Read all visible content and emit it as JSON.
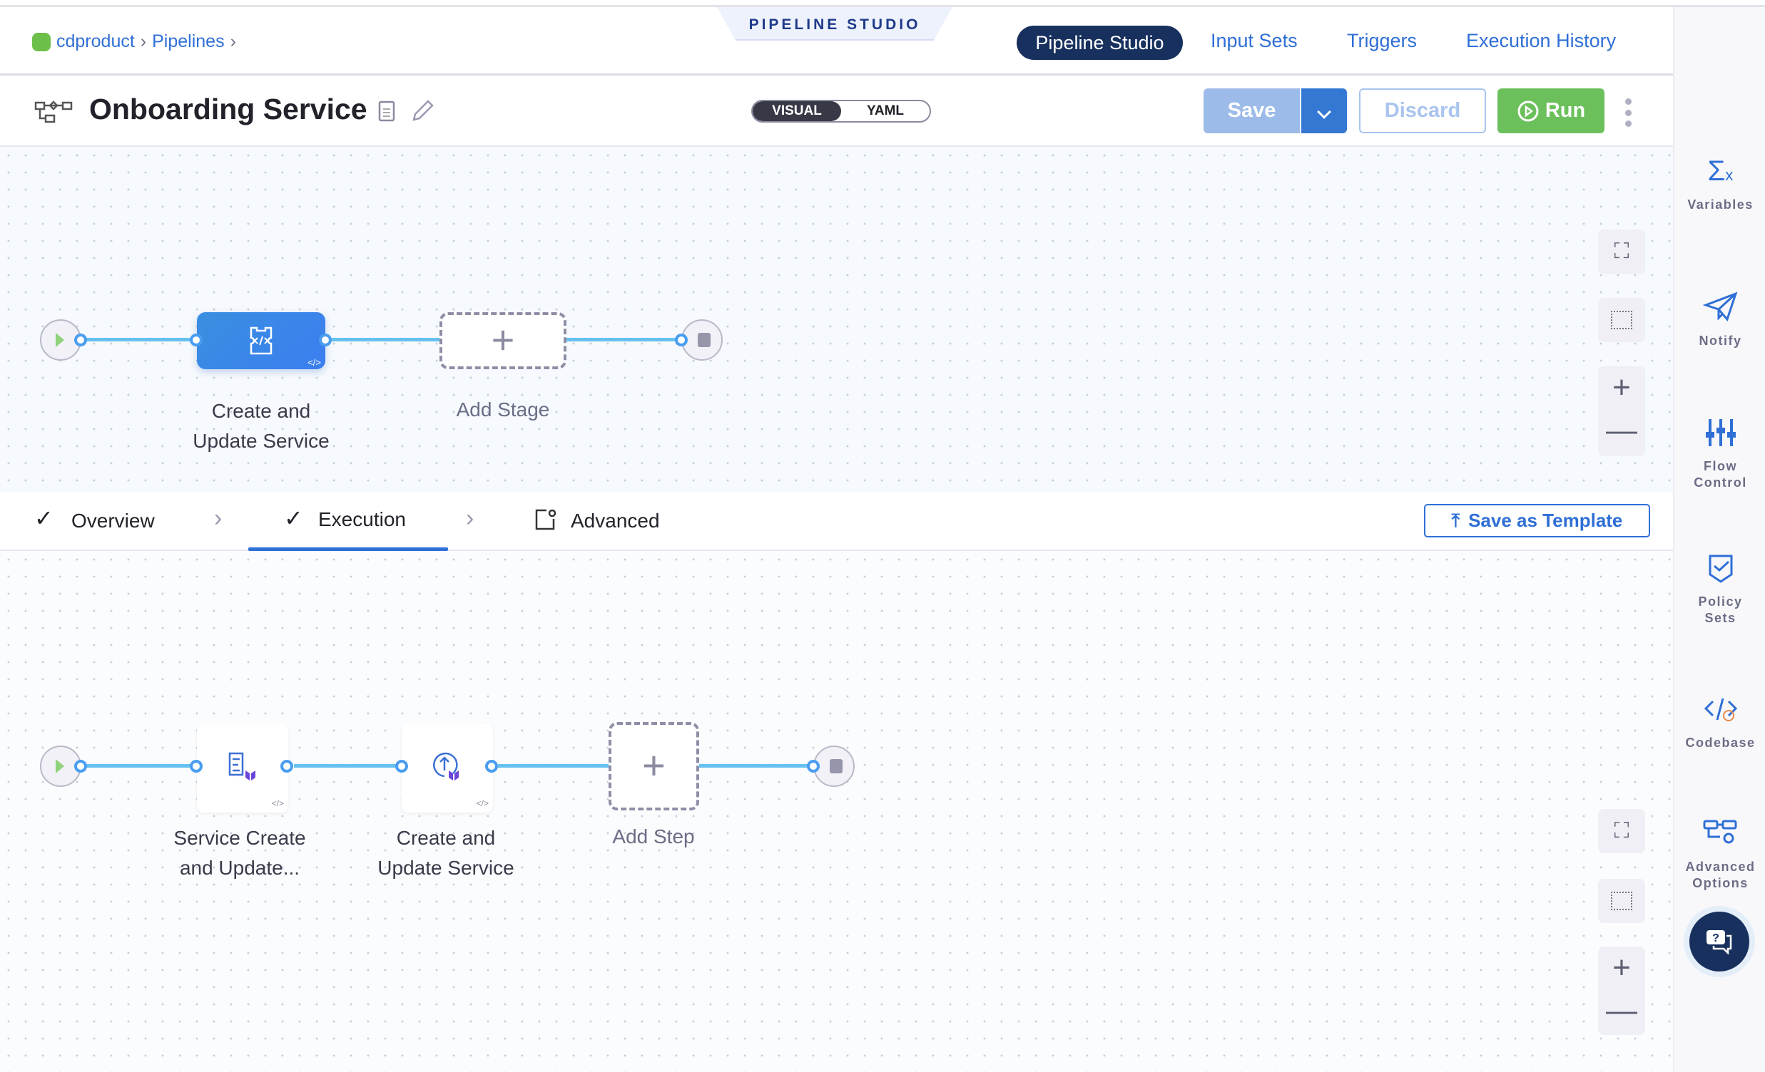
{
  "header": {
    "breadcrumb": [
      "cdproduct",
      "Pipelines"
    ],
    "studio_label": "PIPELINE STUDIO",
    "nav": [
      "Pipeline Studio",
      "Input Sets",
      "Triggers",
      "Execution History"
    ],
    "active_nav": "Pipeline Studio"
  },
  "pipeline": {
    "title": "Onboarding Service",
    "view_toggle": {
      "options": [
        "VISUAL",
        "YAML"
      ],
      "selected": "VISUAL"
    },
    "save_label": "Save",
    "discard_label": "Discard",
    "run_label": "Run"
  },
  "stages_canvas": {
    "stages": [
      {
        "label_line1": "Create and",
        "label_line2": "Update Service"
      }
    ],
    "add_stage_label": "Add Stage"
  },
  "stage_tabs": {
    "tabs": [
      {
        "label": "Overview",
        "status": "complete"
      },
      {
        "label": "Execution",
        "status": "complete",
        "active": true
      },
      {
        "label": "Advanced"
      }
    ],
    "save_template_label": "Save as Template"
  },
  "steps_canvas": {
    "steps": [
      {
        "label_line1": "Service Create",
        "label_line2": "and Update..."
      },
      {
        "label_line1": "Create and",
        "label_line2": "Update Service"
      }
    ],
    "add_step_label": "Add Step"
  },
  "sidebar": {
    "items": [
      {
        "label": "Variables",
        "icon": "sigma-x-icon"
      },
      {
        "label": "Notify",
        "icon": "paper-plane-icon"
      },
      {
        "label_line1": "Flow",
        "label_line2": "Control",
        "icon": "sliders-icon"
      },
      {
        "label_line1": "Policy",
        "label_line2": "Sets",
        "icon": "shield-check-icon"
      },
      {
        "label": "Codebase",
        "icon": "code-icon"
      },
      {
        "label_line1": "Advanced",
        "label_line2": "Options",
        "icon": "advanced-options-icon"
      }
    ]
  },
  "colors": {
    "primary": "#2f6fd6",
    "nav_active": "#17305e",
    "run": "#6cc05c",
    "edge": "#66c0f0",
    "stage_node": "#3a86e8"
  }
}
